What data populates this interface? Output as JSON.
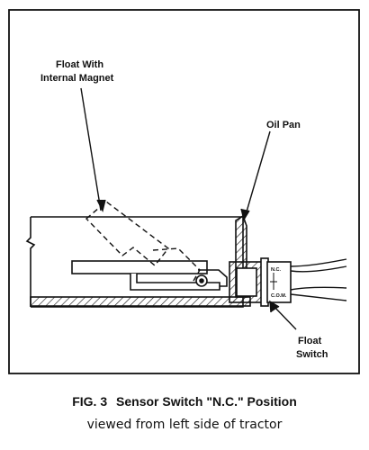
{
  "labels": {
    "float": [
      "Float With",
      "Internal Magnet"
    ],
    "oil_pan": "Oil Pan",
    "float_switch": [
      "Float",
      "Switch"
    ],
    "switch_marks": [
      "N.C.",
      "C.O.M."
    ]
  },
  "caption": {
    "fig": "FIG. 3",
    "title": "Sensor Switch \"N.C.\" Position",
    "subtitle": "viewed from left side of tractor"
  }
}
